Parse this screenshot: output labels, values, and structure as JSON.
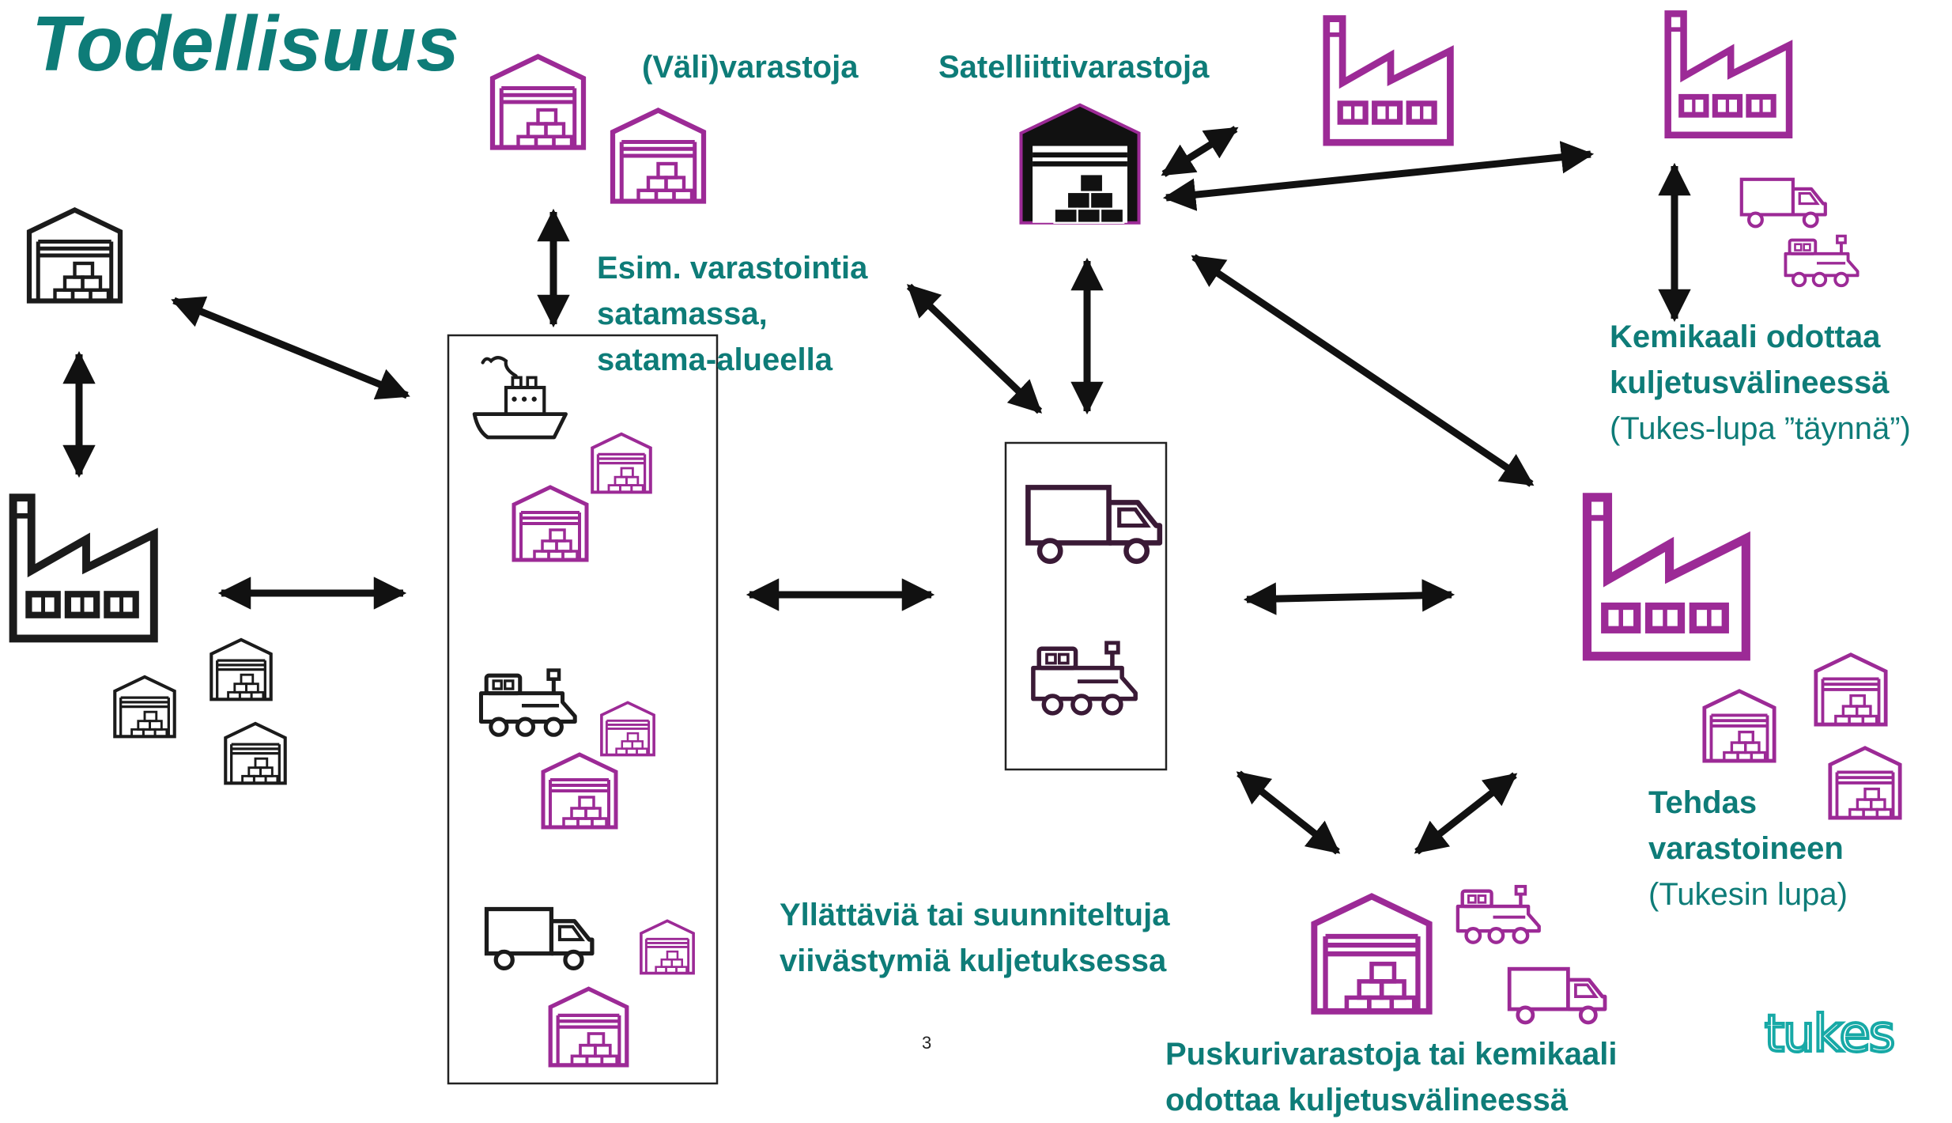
{
  "title": "Todellisuus",
  "labels": {
    "intermediate_storage": "(Väli)varastoja",
    "satellite_storage": "Satelliittivarastoja",
    "port_storage": [
      "Esim. varastointia",
      "satamassa,",
      "satama-alueella"
    ],
    "chemical_waiting": [
      "Kemikaali odottaa",
      "kuljetusvälineessä"
    ],
    "chemical_waiting_note": "(Tukes-lupa ”täynnä”)",
    "factory_storage": [
      "Tehdas",
      "varastoineen"
    ],
    "factory_storage_note": "(Tukesin lupa)",
    "delays": [
      "Yllättäviä tai suunniteltuja",
      "viivästymiä kuljetuksessa"
    ],
    "buffer_storage": [
      "Puskurivarastoja tai kemikaali",
      "odottaa kuljetusvälineessä"
    ]
  },
  "page_number": "3",
  "logo_text": "tukes",
  "colors": {
    "teal": "#0e7c78",
    "magenta": "#9c2a96",
    "dark": "#1b1b1b",
    "dark_plum": "#3a1a36",
    "logo_teal": "#17a9a6"
  },
  "icons": [
    "warehouse-icon",
    "factory-icon",
    "truck-icon",
    "train-icon",
    "ship-icon",
    "double-arrow"
  ]
}
